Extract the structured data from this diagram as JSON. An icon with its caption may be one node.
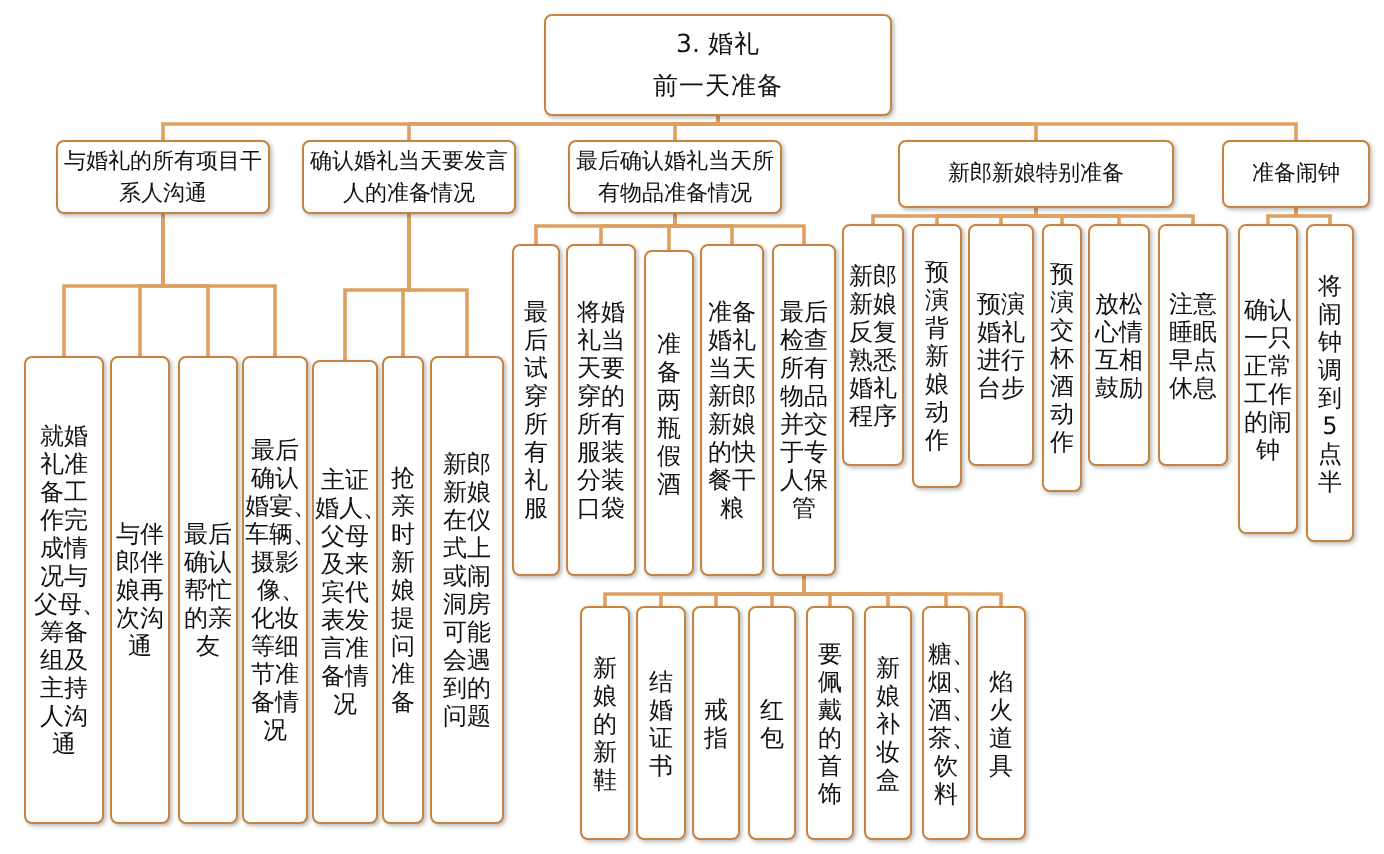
{
  "diagram": {
    "nodes": [
      {
        "text": [
          "3. 婚礼",
          "前一天准备"
        ]
      },
      {
        "text": [
          "与婚礼的所有项目干系人沟通"
        ]
      },
      {
        "text": [
          "确认婚礼当天要发言人的准备情况"
        ]
      },
      {
        "text": [
          "最后确认婚礼当天所有物品准备情况"
        ]
      },
      {
        "text": [
          "新郎新娘特别准备"
        ]
      },
      {
        "text": [
          "准备闹钟"
        ]
      },
      {
        "text": [
          "就婚礼准备工作完成情况与父母、筹备组及主持人沟通"
        ]
      },
      {
        "text": [
          "与伴郎伴娘再次沟通"
        ]
      },
      {
        "text": [
          "最后确认帮忙的亲友"
        ]
      },
      {
        "text": [
          "最后确认婚宴、车辆、摄影像、化妆等细节准备情况"
        ]
      },
      {
        "text": [
          "主证婚人、父母及来宾代表发言准备情况"
        ]
      },
      {
        "text": [
          "抢亲时新娘提问准备"
        ]
      },
      {
        "text": [
          "新郎新娘在仪式上或闹洞房可能会遇到的问题"
        ]
      },
      {
        "text": [
          "最后试穿所有礼服"
        ]
      },
      {
        "text": [
          "将婚礼当天要穿的所有服装分装口袋"
        ]
      },
      {
        "text": [
          "准备两瓶假酒"
        ]
      },
      {
        "text": [
          "准备婚礼当天新郎新娘的快餐干粮"
        ]
      },
      {
        "text": [
          "最后检查所有物品并交于专人保管"
        ]
      },
      {
        "text": [
          "新郎新娘反复熟悉婚礼程序"
        ]
      },
      {
        "text": [
          "预演背新娘动作"
        ]
      },
      {
        "text": [
          "预演婚礼进行台步"
        ]
      },
      {
        "text": [
          "预演交杯酒动作"
        ]
      },
      {
        "text": [
          "放松心情互相鼓励"
        ]
      },
      {
        "text": [
          "注意睡眠早点休息"
        ]
      },
      {
        "text": [
          "确认一只正常工作的闹钟"
        ]
      },
      {
        "text": [
          "将闹钟调到5点半"
        ]
      },
      {
        "text": [
          "新娘的新鞋"
        ]
      },
      {
        "text": [
          "结婚证书"
        ]
      },
      {
        "text": [
          "戒指"
        ]
      },
      {
        "text": [
          "红包"
        ]
      },
      {
        "text": [
          "要佩戴的首饰"
        ]
      },
      {
        "text": [
          "新娘补妆盒"
        ]
      },
      {
        "text": [
          "糖、烟、酒、茶、饮料"
        ]
      },
      {
        "text": [
          "焰火道具"
        ]
      }
    ],
    "edges": [
      {
        "from": 0,
        "to": 1,
        "arrow": "none"
      },
      {
        "from": 0,
        "to": 2,
        "arrow": "none"
      },
      {
        "from": 0,
        "to": 3,
        "arrow": "none"
      },
      {
        "from": 0,
        "to": 4,
        "arrow": "none"
      },
      {
        "from": 0,
        "to": 5,
        "arrow": "none"
      },
      {
        "from": 1,
        "to": 6,
        "arrow": "none"
      },
      {
        "from": 1,
        "to": 7,
        "arrow": "none"
      },
      {
        "from": 1,
        "to": 8,
        "arrow": "none"
      },
      {
        "from": 1,
        "to": 9,
        "arrow": "none"
      },
      {
        "from": 2,
        "to": 10,
        "arrow": "none"
      },
      {
        "from": 2,
        "to": 11,
        "arrow": "none"
      },
      {
        "from": 2,
        "to": 12,
        "arrow": "none"
      },
      {
        "from": 3,
        "to": 13,
        "arrow": "none"
      },
      {
        "from": 3,
        "to": 14,
        "arrow": "none"
      },
      {
        "from": 3,
        "to": 15,
        "arrow": "none"
      },
      {
        "from": 3,
        "to": 16,
        "arrow": "none"
      },
      {
        "from": 3,
        "to": 17,
        "arrow": "none"
      },
      {
        "from": 4,
        "to": 18,
        "arrow": "none"
      },
      {
        "from": 4,
        "to": 19,
        "arrow": "none"
      },
      {
        "from": 4,
        "to": 20,
        "arrow": "none"
      },
      {
        "from": 4,
        "to": 21,
        "arrow": "none"
      },
      {
        "from": 4,
        "to": 22,
        "arrow": "none"
      },
      {
        "from": 4,
        "to": 23,
        "arrow": "none"
      },
      {
        "from": 5,
        "to": 24,
        "arrow": "none"
      },
      {
        "from": 5,
        "to": 25,
        "arrow": "none"
      },
      {
        "from": 17,
        "to": 26,
        "arrow": "none"
      },
      {
        "from": 17,
        "to": 27,
        "arrow": "none"
      },
      {
        "from": 17,
        "to": 28,
        "arrow": "none"
      },
      {
        "from": 17,
        "to": 29,
        "arrow": "none"
      },
      {
        "from": 17,
        "to": 30,
        "arrow": "none"
      },
      {
        "from": 17,
        "to": 31,
        "arrow": "none"
      },
      {
        "from": 17,
        "to": 32,
        "arrow": "none"
      },
      {
        "from": 17,
        "to": 33,
        "arrow": "none"
      }
    ]
  }
}
